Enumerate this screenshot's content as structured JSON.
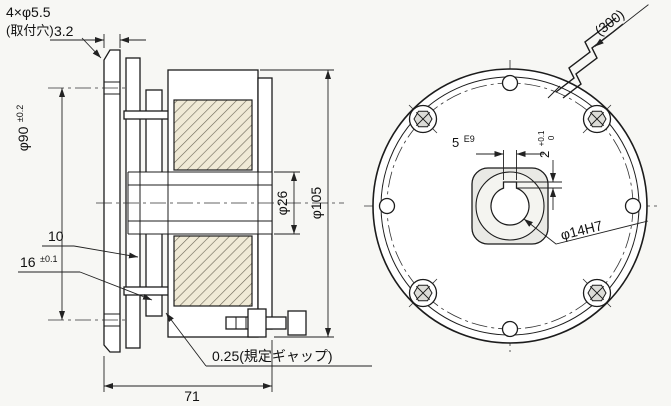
{
  "drawing_labels": {
    "mount_holes": {
      "line1": "4×φ5.5",
      "line2": "(取付穴)"
    },
    "flange_thickness": "3.2",
    "bolt_circle_dia": "φ90",
    "bolt_circle_tol": "±0.2",
    "hub_length": "10",
    "stack_thickness": "16",
    "stack_thickness_tol": "±0.1",
    "hub_dia": "φ26",
    "outer_dia": "φ105",
    "gap_note": "0.25(規定ギャップ)",
    "overall_width": "71",
    "lead_length": "(300)",
    "key_width": "5",
    "key_width_fit": "E9",
    "key_depth": "2",
    "key_depth_tol_upper": "+0.1",
    "key_depth_tol_lower": "0",
    "bore_dia_fit": "φ14H7"
  }
}
